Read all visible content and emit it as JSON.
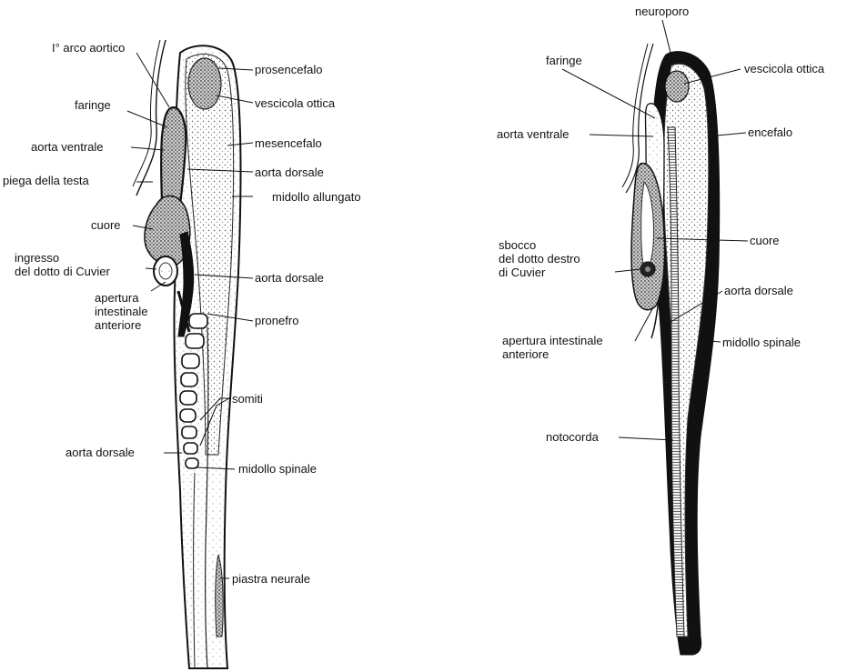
{
  "figure_left": {
    "labels": {
      "arco_aortico": "I° arco aortico",
      "faringe": "faringe",
      "aorta_ventrale": "aorta ventrale",
      "piega_testa": "piega della testa",
      "cuore": "cuore",
      "ingresso_dotto": "ingresso\ndel dotto di Cuvier",
      "apertura_intestinale": "apertura\nintestinale\nanteriore",
      "aorta_dorsale_low": "aorta dorsale",
      "prosencefalo": "prosencefalo",
      "vescicola_ottica": "vescicola ottica",
      "mesencefalo": "mesencefalo",
      "aorta_dorsale_top": "aorta dorsale",
      "midollo_allungato": "midollo allungato",
      "aorta_dorsale_mid": "aorta dorsale",
      "pronefro": "pronefro",
      "somiti": "somiti",
      "midollo_spinale": "midollo spinale",
      "piastra_neurale": "piastra neurale"
    }
  },
  "figure_right": {
    "labels": {
      "neuroporo": "neuroporo",
      "faringe": "faringe",
      "vescicola_ottica": "vescicola ottica",
      "aorta_ventrale": "aorta ventrale",
      "encefalo": "encefalo",
      "sbocco_dotto": "sbocco\ndel dotto destro\ndi Cuvier",
      "cuore": "cuore",
      "aorta_dorsale": "aorta dorsale",
      "apertura_intestinale": "apertura intestinale\nanteriore",
      "midollo_spinale": "midollo spinale",
      "notocorda": "notocorda"
    }
  }
}
